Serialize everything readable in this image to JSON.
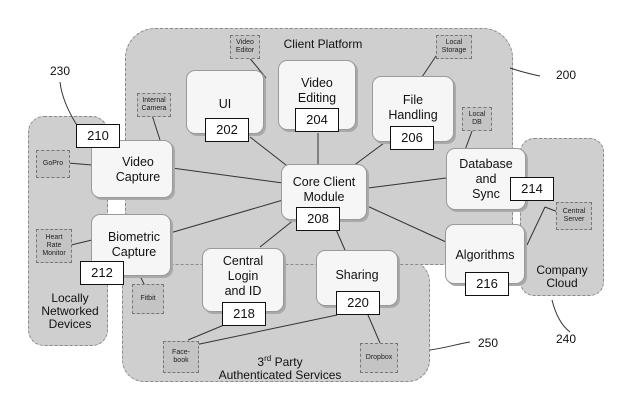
{
  "regions": {
    "client_platform": "Client Platform",
    "local_devices": "Locally\nNetworked\nDevices",
    "company_cloud": "Company\nCloud",
    "third_party": {
      "superscript_prefix": "3",
      "superscript": "rd",
      "suffix": " Party",
      "line2": "Authenticated Services"
    }
  },
  "modules": {
    "ui": {
      "label": "UI",
      "num": "202"
    },
    "video_editing": {
      "label": "Video\nEditing",
      "num": "204"
    },
    "file_handling": {
      "label": "File\nHandling",
      "num": "206"
    },
    "core": {
      "label": "Core Client\nModule",
      "num": "208"
    },
    "video_capture": {
      "label": "Video\nCapture",
      "num": "210"
    },
    "biometric": {
      "label": "Biometric\nCapture",
      "num": "212"
    },
    "database": {
      "label": "Database\nand\nSync",
      "num": "214"
    },
    "algorithms": {
      "label": "Algorithms",
      "num": "216"
    },
    "central_login": {
      "label": "Central\nLogin\nand ID",
      "num": "218"
    },
    "sharing": {
      "label": "Sharing",
      "num": "220"
    }
  },
  "devices": {
    "video_editor": "Video\nEditor",
    "local_storage": "Local\nStorage",
    "internal_camera": "Internal\nCamera",
    "local_db": "Local\nDB",
    "gopro": "GoPro",
    "heart_rate": "Heart\nRate\nMonitor",
    "fitbit": "Fitbit",
    "central_server": "Central\nServer",
    "facebook": "Face-\nbook",
    "dropbox": "Dropbox"
  },
  "refs": {
    "r200": "200",
    "r230": "230",
    "r240": "240",
    "r250": "250"
  }
}
